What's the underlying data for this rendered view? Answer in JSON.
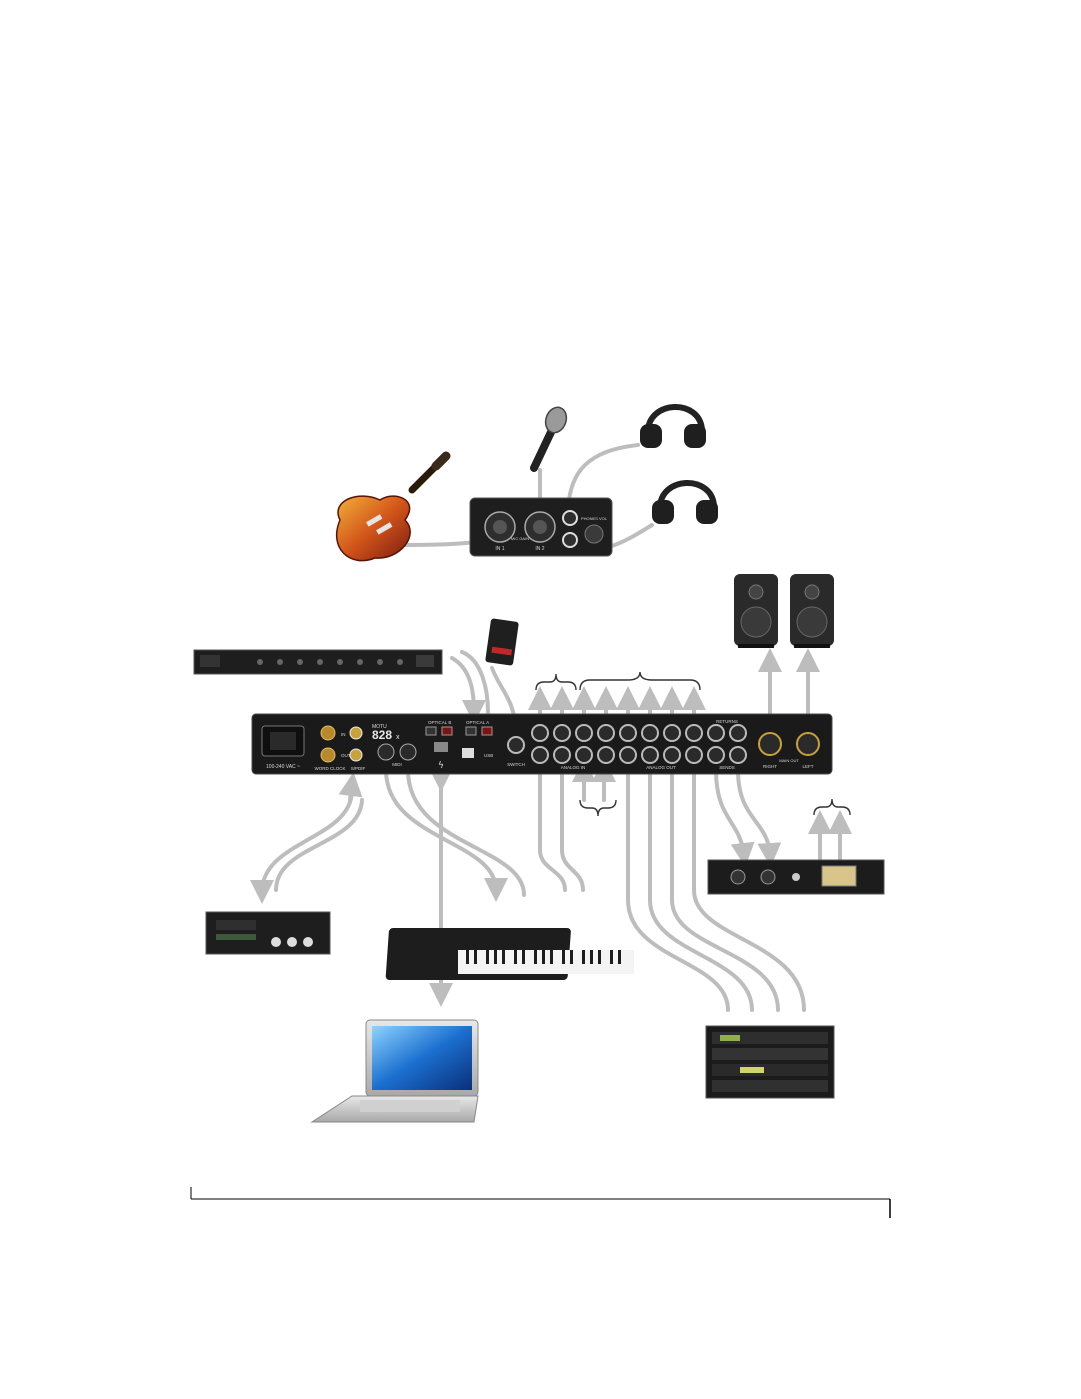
{
  "interface": {
    "model": "828",
    "model_suffix": "x",
    "brand": "MOTU",
    "labels": {
      "voltage": "100-240 VAC ~",
      "word_clock": "WORD CLOCK",
      "spdif": "S/PDIF",
      "in": "IN",
      "out": "OUT",
      "optical_b": "OPTICAL B",
      "optical_a": "OPTICAL A",
      "midi": "MIDI",
      "usb": "USB",
      "switch": "SWITCH",
      "analog_in": "ANALOG IN",
      "analog_out": "ANALOG OUT",
      "sends": "SENDS",
      "returns": "RETURNS",
      "right": "RIGHT",
      "main_out": "MAIN OUT",
      "left": "LEFT"
    }
  },
  "front_panel": {
    "labels": {
      "in1": "IN 1",
      "in2": "IN 2",
      "mic_gain": "MIC GAIN",
      "phones_vol": "PHONES VOL"
    }
  },
  "devices": [
    {
      "id": "guitar",
      "icon": "electric-guitar-icon"
    },
    {
      "id": "microphone",
      "icon": "microphone-icon"
    },
    {
      "id": "headphones-1",
      "icon": "headphones-icon"
    },
    {
      "id": "headphones-2",
      "icon": "headphones-icon"
    },
    {
      "id": "studio-monitors",
      "icon": "speaker-icon"
    },
    {
      "id": "digital-mixer",
      "icon": "rack-mixer-icon"
    },
    {
      "id": "foot-switch",
      "icon": "foot-switch-icon"
    },
    {
      "id": "dat-recorder",
      "icon": "rack-recorder-icon"
    },
    {
      "id": "keyboard",
      "icon": "midi-keyboard-icon"
    },
    {
      "id": "laptop",
      "icon": "laptop-icon"
    },
    {
      "id": "compressor",
      "icon": "compressor-icon"
    },
    {
      "id": "synth-rack",
      "icon": "synth-rack-icon"
    }
  ],
  "colors": {
    "cable": "#bdbdbd",
    "device_body": "#1e1e1e",
    "panel_text": "#d8d8d8",
    "vu_meter": "#d9c48a"
  }
}
